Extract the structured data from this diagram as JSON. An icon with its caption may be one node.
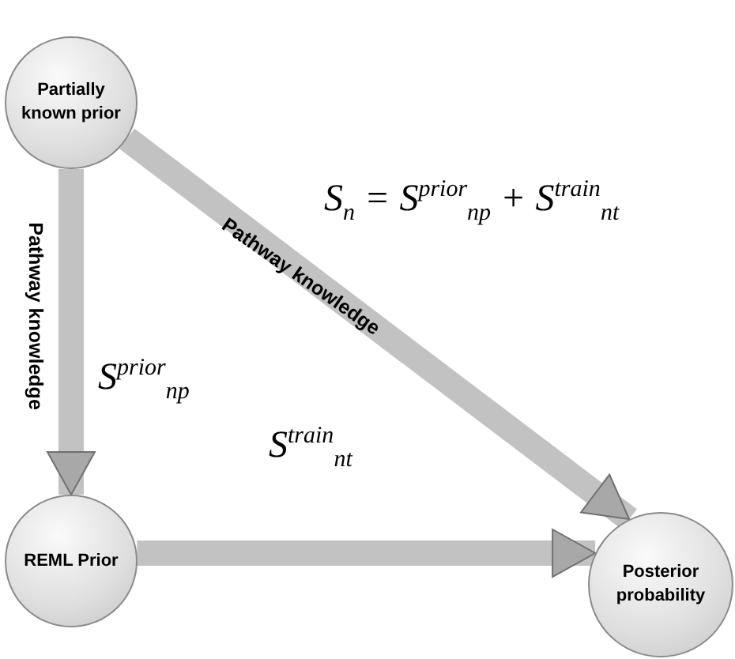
{
  "diagram": {
    "nodes": [
      {
        "text": [
          "Partially known prior"
        ]
      },
      {
        "text": [
          "REML Prior"
        ]
      },
      {
        "text": [
          "Posterior probability"
        ]
      }
    ],
    "edges": [
      {
        "from": 0,
        "to": 1,
        "arrow": "to",
        "label": "Pathway knowledge"
      },
      {
        "from": 0,
        "to": 2,
        "arrow": "to",
        "label": "Pathway knowledge"
      },
      {
        "from": 1,
        "to": 2,
        "arrow": "to"
      }
    ],
    "labels": [
      "S$_{n}$ = S$^{prior}$$_{n}$$_{p}$ + S$^{train}$$_{n}$$_{t}$",
      "S$^{prior}$$_{n}$$_{p}$",
      "S$^{train}$$_{n}$$_{t}$"
    ]
  }
}
